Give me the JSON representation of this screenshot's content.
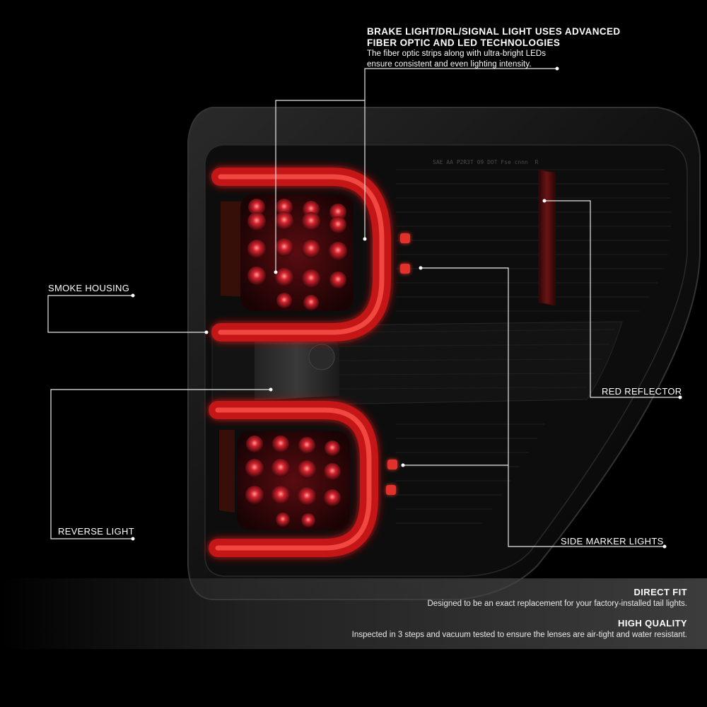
{
  "headline": {
    "line1": "BRAKE LIGHT/DRL/SIGNAL LIGHT USES ADVANCED",
    "line2": "FIBER OPTIC AND LED TECHNOLOGIES",
    "line3": "The fiber optic strips along with ultra-bright LEDs",
    "line4": "ensure consistent and even lighting intensity."
  },
  "lens_marking": "SAE AA P2R3T 09 DOT Fse cnnn  R",
  "callouts": {
    "smoke_housing": "SMOKE HOUSING",
    "reverse_light": "REVERSE LIGHT",
    "red_reflector": "RED REFLECTOR",
    "side_marker_lights": "SIDE MARKER LIGHTS"
  },
  "features": [
    {
      "title": "DIRECT FIT",
      "description": "Designed to be an exact replacement for your factory-installed tail lights."
    },
    {
      "title": "HIGH QUALITY",
      "description": "Inspected in 3 steps and vacuum tested to ensure the lenses are air-tight and water resistant."
    }
  ],
  "colors": {
    "background": "#000000",
    "housing": "#151515",
    "tube_glow": "#e0201e",
    "led_red": "#c0202a",
    "reflector": "#5a1010"
  }
}
